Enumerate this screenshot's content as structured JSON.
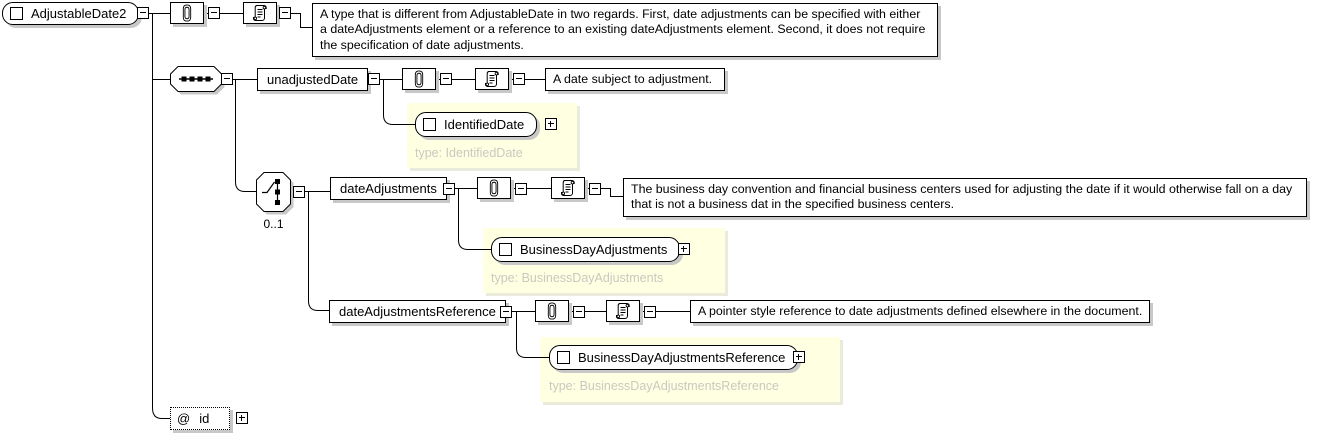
{
  "root": {
    "label": "AdjustableDate2",
    "doc": "A type that is different from AdjustableDate in two regards. First, date adjustments can be specified with either a dateAdjustments element or a reference to an existing dateAdjustments element. Second, it does not require the specification of date adjustments."
  },
  "sequence": {
    "compositor": "sequence"
  },
  "choice": {
    "compositor": "choice",
    "cardinality": "0..1"
  },
  "unadjustedDate": {
    "label": "unadjustedDate",
    "doc": "A date subject to adjustment.",
    "child": {
      "label": "IdentifiedDate",
      "type_note": "type: IdentifiedDate"
    }
  },
  "dateAdjustments": {
    "label": "dateAdjustments",
    "doc": "The business day convention and financial business centers used for adjusting the date if it would otherwise fall on a day that is not a business dat in the specified business centers.",
    "child": {
      "label": "BusinessDayAdjustments",
      "type_note": "type: BusinessDayAdjustments"
    }
  },
  "dateAdjustmentsReference": {
    "label": "dateAdjustmentsReference",
    "doc": "A pointer style reference to date adjustments defined elsewhere in the document.",
    "child": {
      "label": "BusinessDayAdjustmentsReference",
      "type_note": "type: BusinessDayAdjustmentsReference"
    }
  },
  "attribute": {
    "symbol": "@",
    "label": "id"
  },
  "colors": {
    "background": "#ffffff",
    "box_border": "#000000",
    "box_shadow": "#c8c8c8",
    "type_container_bg": "#ffffe1",
    "type_note_text": "#c9c9c1",
    "connector": "#000000"
  }
}
